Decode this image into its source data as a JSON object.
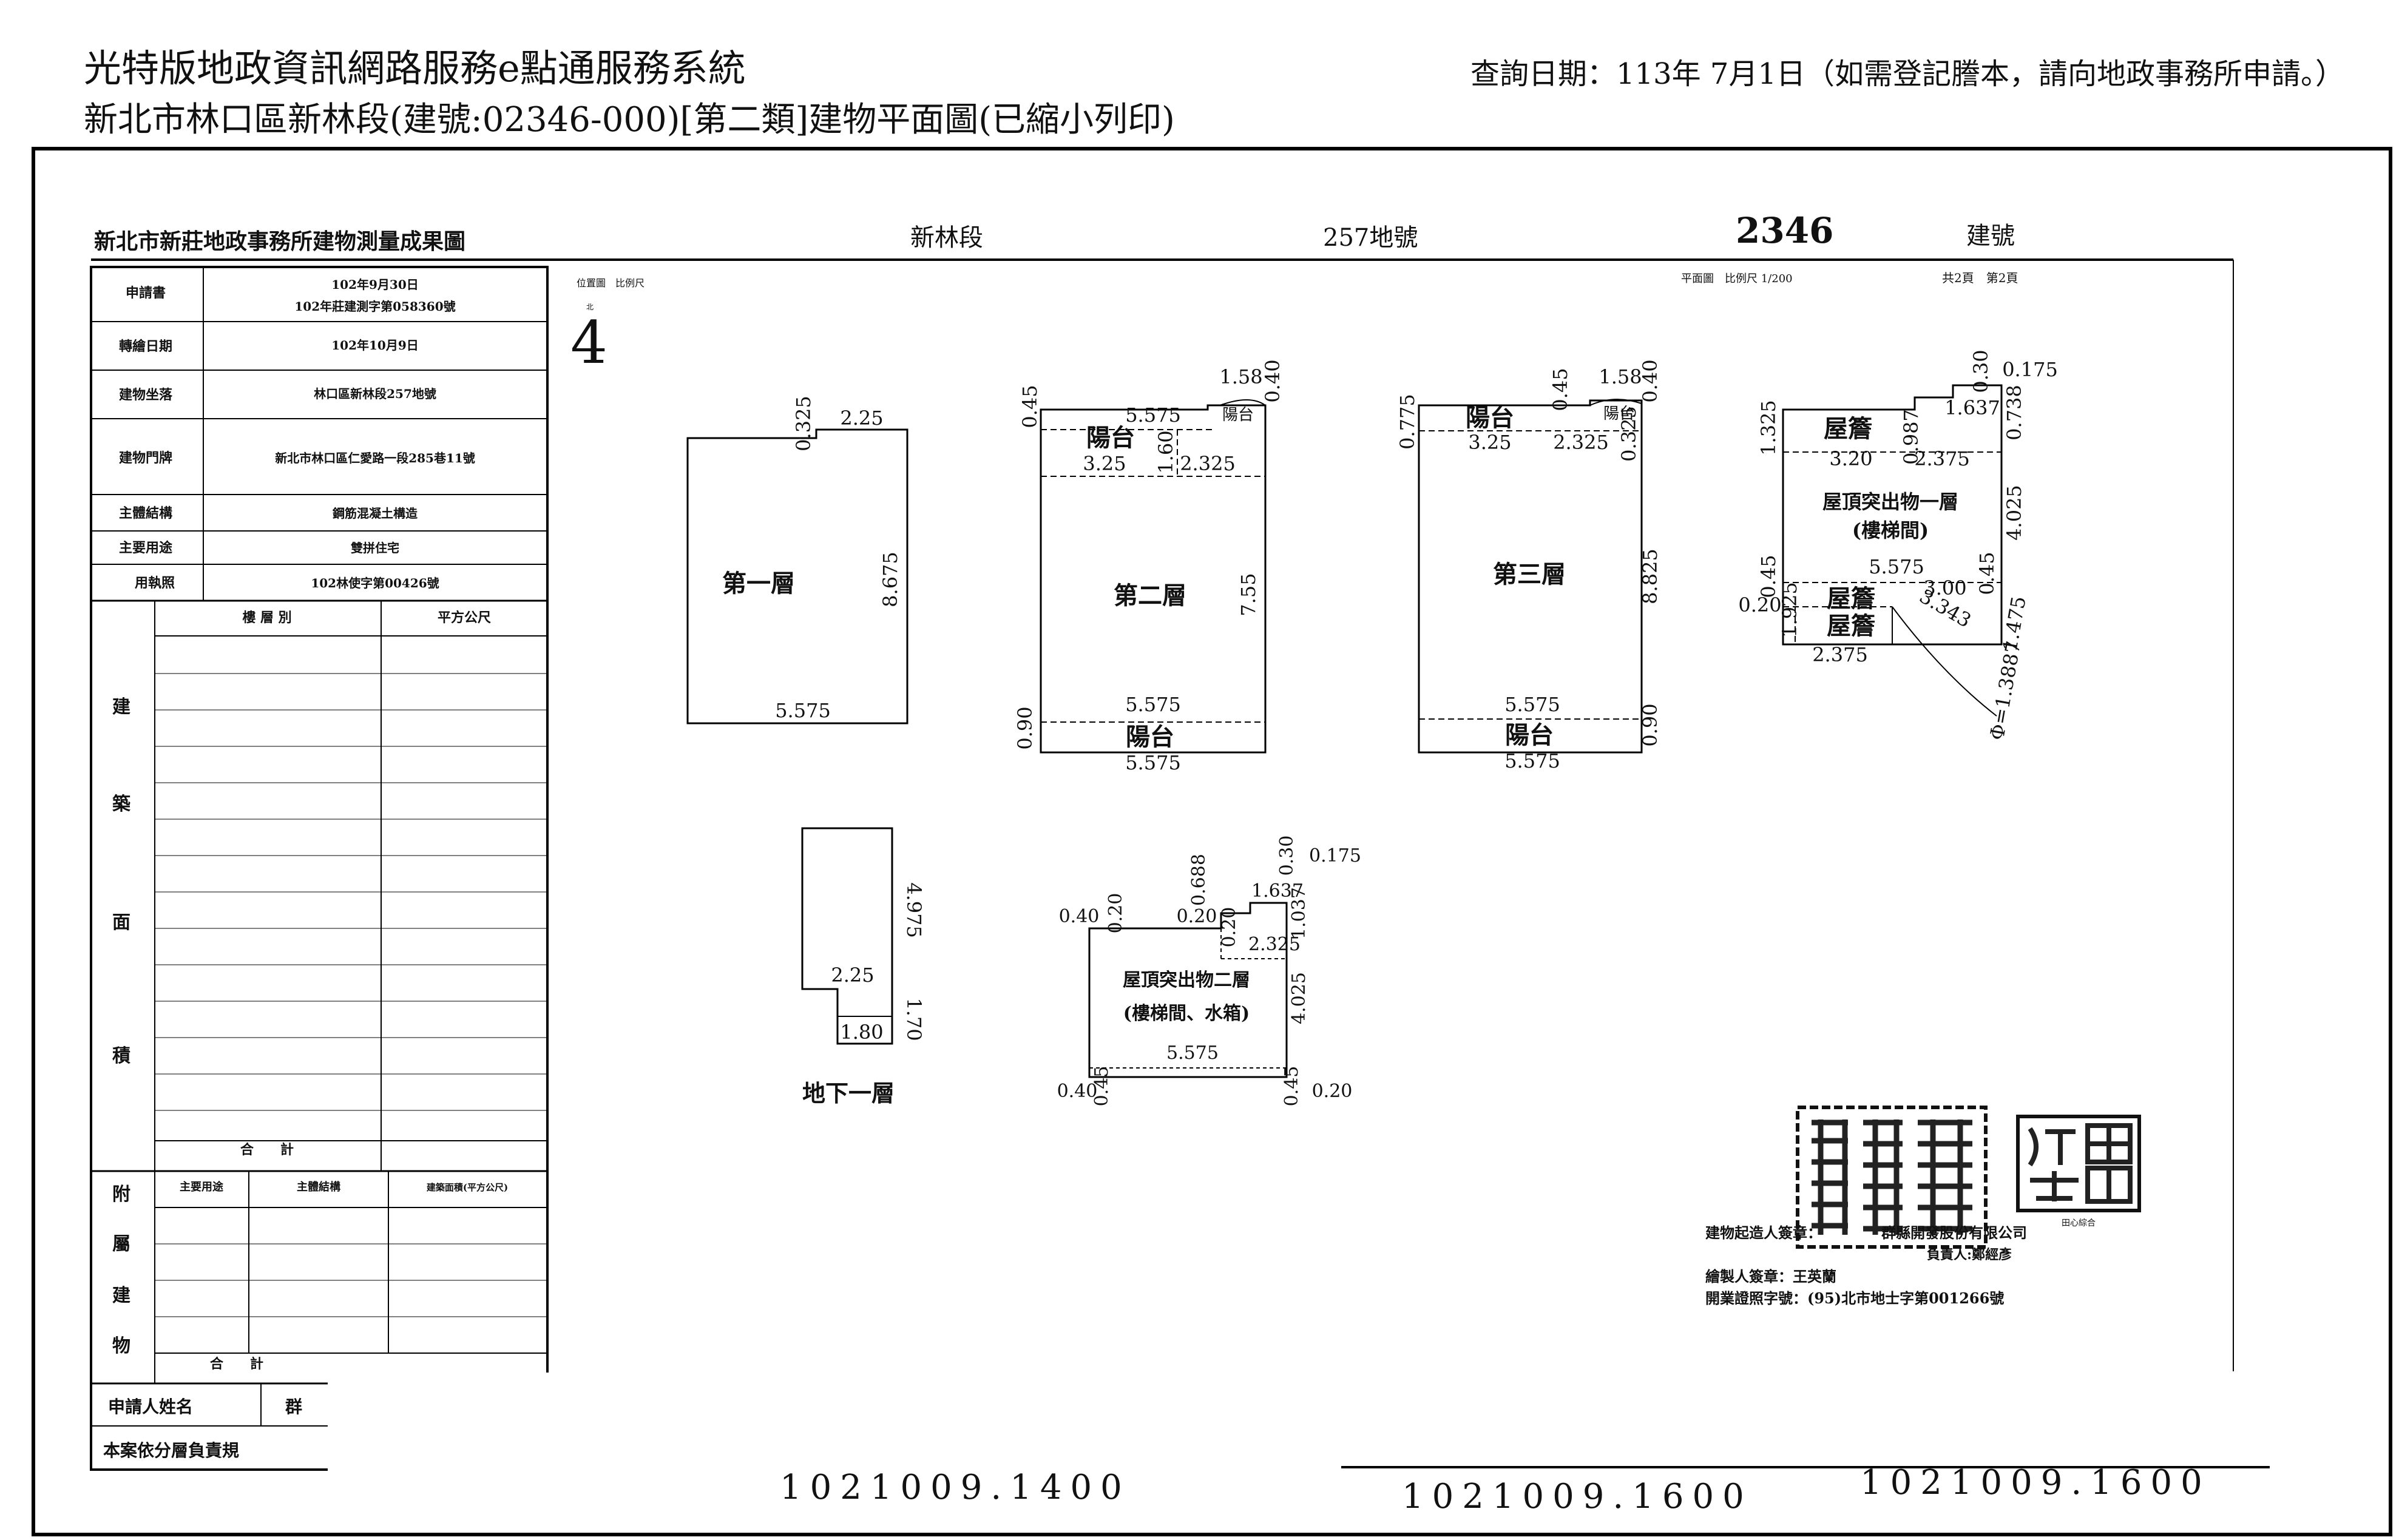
{
  "header": {
    "system_title": "光特版地政資訊網路服務e點通服務系統",
    "document_title": "新北市林口區新林段(建號:02346-000)[第二類]建物平面圖(已縮小列印)",
    "query_date": "查詢日期：113年 7月1日（如需登記謄本，請向地政事務所申請。）"
  },
  "sheet": {
    "office_title": "新北市新莊地政事務所建物測量成果圖",
    "section": "新林段",
    "lot_no": "257地號",
    "building_no": "2346",
    "building_no_label": "建號",
    "location_scale": "位置圖　比例尺",
    "north": "北",
    "location_mark": "4",
    "plan_scale": "平面圖　比例尺 1/200",
    "pages": "共2頁　第2頁"
  },
  "info_table": {
    "rows": [
      {
        "label": "申請書",
        "value": "102年9月30日",
        "value2": "102年莊建測字第058360號"
      },
      {
        "label": "轉繪日期",
        "value": "102年10月9日"
      },
      {
        "label": "建物坐落",
        "value": "林口區新林段257地號"
      },
      {
        "label": "建物門牌",
        "value": "新北市林口區仁愛路一段285巷11號"
      },
      {
        "label": "主體結構",
        "value": "鋼筋混凝土構造"
      },
      {
        "label": "主要用途",
        "value": "雙拼住宅"
      },
      {
        "label": "用執照",
        "value": "102林使字第00426號"
      }
    ],
    "area_side_label": [
      "建",
      "築",
      "面",
      "積"
    ],
    "col_floor": "樓 層 別",
    "col_area": "平方公尺",
    "total": "合　　計",
    "annex_side_label": [
      "附",
      "屬",
      "建",
      "物"
    ],
    "annex_col_use": "主要用途",
    "annex_col_struct": "主體結構",
    "annex_col_area": "建築面積(平方公尺)",
    "annex_total": "合　　計",
    "applicant": "申請人姓名",
    "applicant_val": "群",
    "note": "本案依分層負責規"
  },
  "floors": {
    "f1": {
      "name": "第一層",
      "dims": [
        "0.325",
        "2.25",
        "8.675",
        "5.575"
      ]
    },
    "f2": {
      "name": "第二層",
      "balcony": "陽台",
      "balcony_small": "陽台",
      "dims": [
        "0.45",
        "1.58",
        "0.40",
        "5.575",
        "1.60",
        "3.25",
        "2.325",
        "7.55",
        "5.575",
        "0.90",
        "5.575"
      ]
    },
    "f3": {
      "name": "第三層",
      "balcony": "陽台",
      "balcony_small": "陽台",
      "dims": [
        "0.775",
        "0.45",
        "1.58",
        "0.40",
        "3.25",
        "2.325",
        "0.325",
        "8.825",
        "5.575",
        "0.90",
        "5.575"
      ]
    },
    "roof1": {
      "name": "屋頂突出物一層",
      "sub": "(樓梯間)",
      "eave": "屋簷",
      "dims": [
        "0.30",
        "0.175",
        "1.637",
        "0.738",
        "1.325",
        "0.987",
        "3.20",
        "2.375",
        "4.025",
        "5.575",
        "0.45",
        "3.00",
        "0.45",
        "0.20",
        "1.925",
        "3.343",
        "1.475",
        "2.375",
        "Φ=1.3887"
      ]
    },
    "b1": {
      "name": "地下一層",
      "dims": [
        "4.975",
        "2.25",
        "1.70",
        "1.80"
      ]
    },
    "roof2": {
      "name": "屋頂突出物二層",
      "sub": "(樓梯間、水箱)",
      "dims": [
        "0.688",
        "0.30",
        "0.175",
        "1.637",
        "0.40",
        "0.20",
        "0.20",
        "0.20",
        "2.325",
        "1.037",
        "4.025",
        "5.575",
        "0.40",
        "0.45",
        "0.45",
        "0.20"
      ]
    }
  },
  "signature": {
    "builder": "建物起造人簽章：",
    "company": "群縣開發股份有限公司",
    "rep": "負責人:鄭經彥",
    "drafter": "繪製人簽章：王英蘭",
    "license": "開業證照字號：(95)北市地士字第001266號"
  },
  "stamps": {
    "seal_right": "田心綜合"
  },
  "bottom_numbers": [
    "1021009.1400",
    "1021009.1600",
    "1021009.1600"
  ]
}
